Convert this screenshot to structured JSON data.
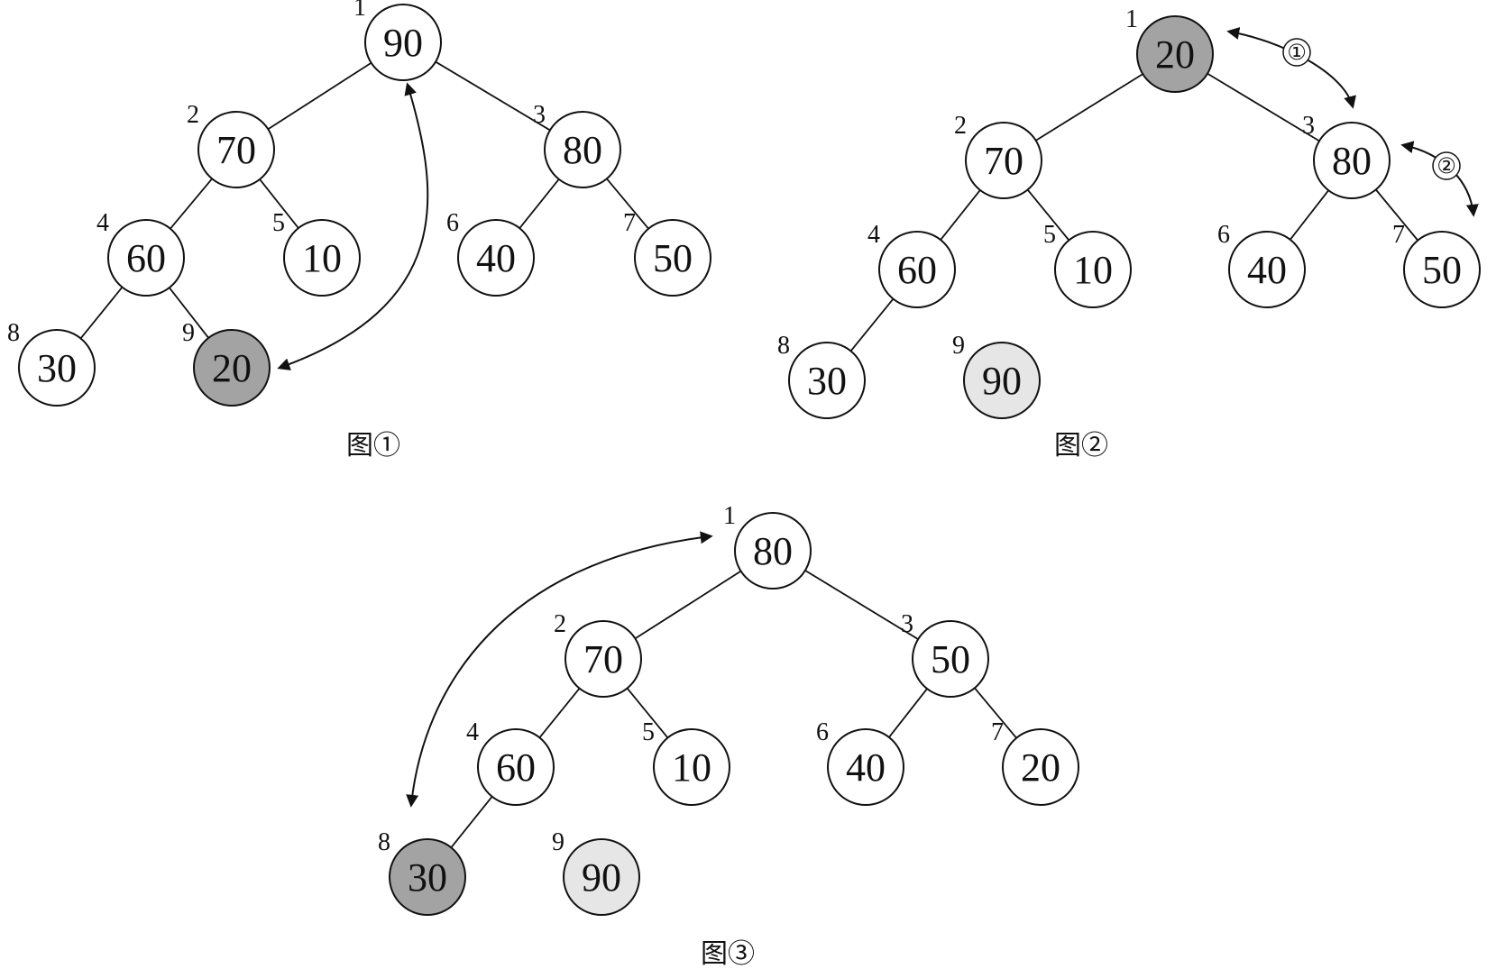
{
  "colors": {
    "normal_node": "#ffffff",
    "highlight_node": "#a3a3a3",
    "sorted_node": "#e6e6e6",
    "stroke": "#111111"
  },
  "figures": [
    {
      "caption": "图①",
      "nodes": [
        {
          "index": "1",
          "value": "90",
          "state": "normal"
        },
        {
          "index": "2",
          "value": "70",
          "state": "normal"
        },
        {
          "index": "3",
          "value": "80",
          "state": "normal"
        },
        {
          "index": "4",
          "value": "60",
          "state": "normal"
        },
        {
          "index": "5",
          "value": "10",
          "state": "normal"
        },
        {
          "index": "6",
          "value": "40",
          "state": "normal"
        },
        {
          "index": "7",
          "value": "50",
          "state": "normal"
        },
        {
          "index": "8",
          "value": "30",
          "state": "normal"
        },
        {
          "index": "9",
          "value": "20",
          "state": "highlight"
        }
      ],
      "edges": [
        [
          1,
          2
        ],
        [
          1,
          3
        ],
        [
          2,
          4
        ],
        [
          2,
          5
        ],
        [
          3,
          6
        ],
        [
          3,
          7
        ],
        [
          4,
          8
        ],
        [
          4,
          9
        ]
      ],
      "swap_labels": []
    },
    {
      "caption": "图②",
      "nodes": [
        {
          "index": "1",
          "value": "20",
          "state": "highlight"
        },
        {
          "index": "2",
          "value": "70",
          "state": "normal"
        },
        {
          "index": "3",
          "value": "80",
          "state": "normal"
        },
        {
          "index": "4",
          "value": "60",
          "state": "normal"
        },
        {
          "index": "5",
          "value": "10",
          "state": "normal"
        },
        {
          "index": "6",
          "value": "40",
          "state": "normal"
        },
        {
          "index": "7",
          "value": "50",
          "state": "normal"
        },
        {
          "index": "8",
          "value": "30",
          "state": "normal"
        },
        {
          "index": "9",
          "value": "90",
          "state": "sorted"
        }
      ],
      "edges": [
        [
          1,
          2
        ],
        [
          1,
          3
        ],
        [
          2,
          4
        ],
        [
          2,
          5
        ],
        [
          3,
          6
        ],
        [
          3,
          7
        ],
        [
          4,
          8
        ]
      ],
      "swap_labels": [
        "①",
        "②"
      ]
    },
    {
      "caption": "图③",
      "nodes": [
        {
          "index": "1",
          "value": "80",
          "state": "normal"
        },
        {
          "index": "2",
          "value": "70",
          "state": "normal"
        },
        {
          "index": "3",
          "value": "50",
          "state": "normal"
        },
        {
          "index": "4",
          "value": "60",
          "state": "normal"
        },
        {
          "index": "5",
          "value": "10",
          "state": "normal"
        },
        {
          "index": "6",
          "value": "40",
          "state": "normal"
        },
        {
          "index": "7",
          "value": "20",
          "state": "normal"
        },
        {
          "index": "8",
          "value": "30",
          "state": "highlight"
        },
        {
          "index": "9",
          "value": "90",
          "state": "sorted"
        }
      ],
      "edges": [
        [
          1,
          2
        ],
        [
          1,
          3
        ],
        [
          2,
          4
        ],
        [
          2,
          5
        ],
        [
          3,
          6
        ],
        [
          3,
          7
        ],
        [
          4,
          8
        ]
      ],
      "swap_labels": []
    }
  ]
}
